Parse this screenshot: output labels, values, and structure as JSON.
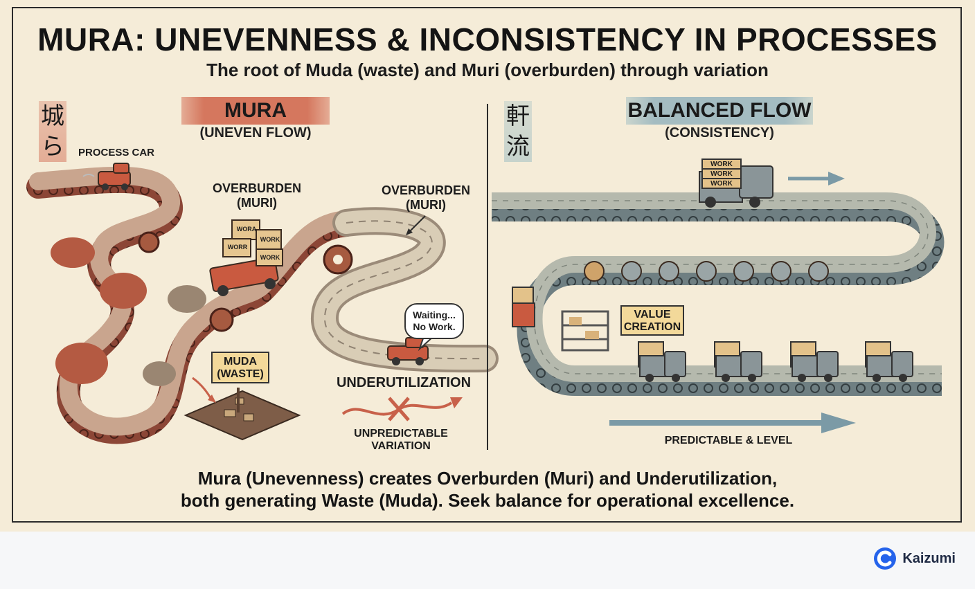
{
  "header": {
    "title": "MURA: UNEVENNESS & INCONSISTENCY IN PROCESSES",
    "subtitle": "The root of Muda (waste) and Muri (overburden) through variation"
  },
  "left": {
    "kanji": [
      "城",
      "ら"
    ],
    "banner": "MURA",
    "banner_sub": "(UNEVEN FLOW)",
    "process_car": "PROCESS CAR",
    "overburden_1": [
      "OVERBURDEN",
      "(MURI)"
    ],
    "overburden_2": [
      "OVERBURDEN",
      "(MURI)"
    ],
    "truck_boxes": [
      "WORA",
      "WORK",
      "WORR",
      "WORK"
    ],
    "muda_sign": [
      "MUDA",
      "(WASTE)"
    ],
    "bubble": [
      "Waiting...",
      "No Work."
    ],
    "underutilization": "UNDERUTILIZATION",
    "variation": [
      "UNPREDICTABLE",
      "VARIATION"
    ],
    "color": "#d5775e"
  },
  "right": {
    "kanji": [
      "軒",
      "流"
    ],
    "banner": "BALANCED FLOW",
    "banner_sub": "(CONSISTENCY)",
    "truck_boxes": [
      "WORK",
      "WORK",
      "WORK"
    ],
    "value_sign": [
      "VALUE",
      "CREATION"
    ],
    "level": "PREDICTABLE & LEVEL",
    "color": "#a4bcc1"
  },
  "footer_caption": [
    "Mura (Unevenness) creates Overburden (Muri) and Underutilization,",
    "both generating Waste (Muda). Seek balance for operational excellence."
  ],
  "brand": {
    "name": "Kaizumi",
    "color": "#2563eb"
  }
}
